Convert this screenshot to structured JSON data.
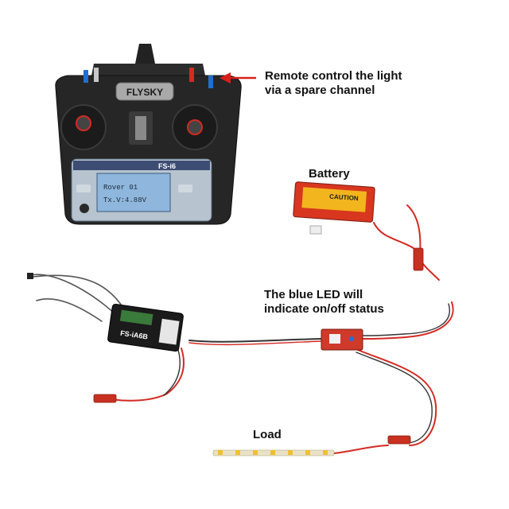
{
  "labels": {
    "remote_line1": "Remote control the light",
    "remote_line2": "via a spare channel",
    "battery": "Battery",
    "led_line1": "The blue LED will",
    "led_line2": "indicate on/off status",
    "load": "Load"
  },
  "transmitter": {
    "brand": "FLYSKY",
    "model": "FS-i6",
    "screen_line1": "Rover 01",
    "screen_line2": "Tx.V:4.88V"
  },
  "battery": {
    "caution": "CAUTION"
  },
  "receiver": {
    "model": "FS-iA6B"
  },
  "colors": {
    "wire_red": "#d42a22",
    "wire_gray": "#555555",
    "transmitter_body": "#262626",
    "battery_red": "#d8361e",
    "battery_yellow": "#f2b51d",
    "arrow_red": "#d8201a",
    "screen_blue": "#8fb7dd"
  }
}
